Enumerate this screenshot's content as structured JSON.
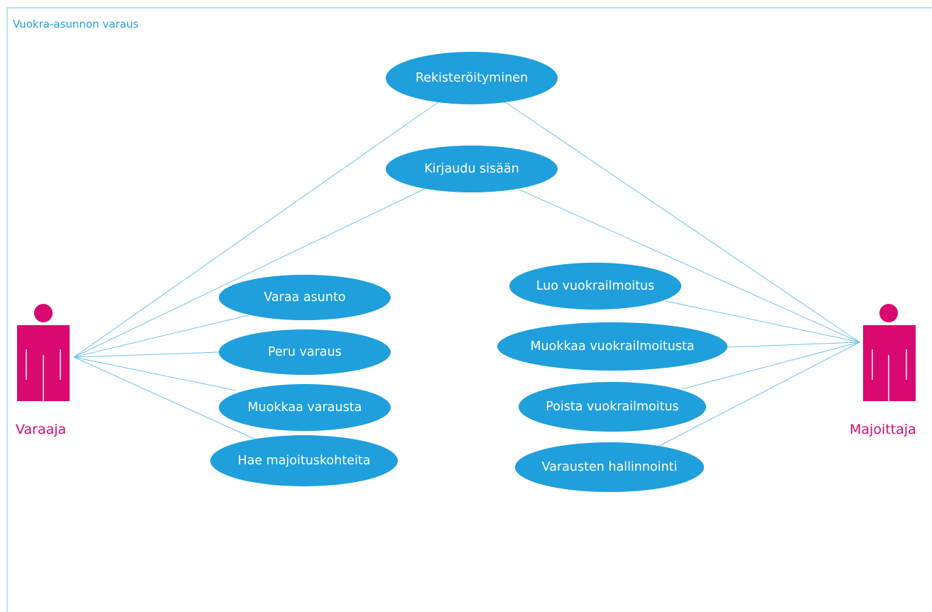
{
  "diagram": {
    "system_boundary": {
      "title": "Vuokra-asunnon varaus"
    },
    "actors": [
      {
        "id": "varaaja",
        "name": "Varaaja",
        "color": "#d9096f"
      },
      {
        "id": "majoittaja",
        "name": "Majoittaja",
        "color": "#d9096f"
      }
    ],
    "use_cases": [
      {
        "id": "rekisteroityminen",
        "label": "Rekisteröityminen"
      },
      {
        "id": "kirjaudu",
        "label": "Kirjaudu sisään"
      },
      {
        "id": "varaa",
        "label": "Varaa asunto"
      },
      {
        "id": "peru",
        "label": "Peru varaus"
      },
      {
        "id": "muokkaa-varausta",
        "label": "Muokkaa varausta"
      },
      {
        "id": "hae",
        "label": "Hae majoituskohteita"
      },
      {
        "id": "luo",
        "label": "Luo vuokrailmoitus"
      },
      {
        "id": "muokkaa-ilmoitusta",
        "label": "Muokkaa vuokrailmoitusta"
      },
      {
        "id": "poista",
        "label": "Poista vuokrailmoitus"
      },
      {
        "id": "hallinnointi",
        "label": "Varausten hallinnointi"
      }
    ],
    "associations": [
      {
        "actor": "varaaja",
        "use_case": "rekisteroityminen"
      },
      {
        "actor": "varaaja",
        "use_case": "kirjaudu"
      },
      {
        "actor": "varaaja",
        "use_case": "varaa"
      },
      {
        "actor": "varaaja",
        "use_case": "peru"
      },
      {
        "actor": "varaaja",
        "use_case": "muokkaa-varausta"
      },
      {
        "actor": "varaaja",
        "use_case": "hae"
      },
      {
        "actor": "majoittaja",
        "use_case": "rekisteroityminen"
      },
      {
        "actor": "majoittaja",
        "use_case": "kirjaudu"
      },
      {
        "actor": "majoittaja",
        "use_case": "luo"
      },
      {
        "actor": "majoittaja",
        "use_case": "muokkaa-ilmoitusta"
      },
      {
        "actor": "majoittaja",
        "use_case": "poista"
      },
      {
        "actor": "majoittaja",
        "use_case": "hallinnointi"
      }
    ],
    "colors": {
      "use_case_fill": "#1f9fdc",
      "use_case_text": "#ffffff",
      "boundary_stroke": "#8dd2ef",
      "association_line": "#6bc5ea"
    }
  }
}
